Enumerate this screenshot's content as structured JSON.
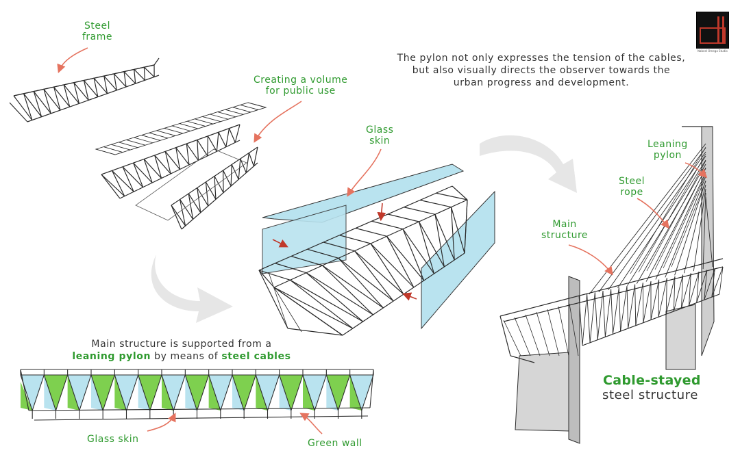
{
  "labels": {
    "steel_frame": [
      "Steel",
      "frame"
    ],
    "creating_volume": [
      "Creating a volume",
      "for public use"
    ],
    "glass_skin_top": [
      "Glass",
      "skin"
    ],
    "leaning_pylon": [
      "Leaning",
      "pylon"
    ],
    "steel_rope": [
      "Steel",
      "rope"
    ],
    "main_structure": [
      "Main",
      "structure"
    ],
    "glass_skin_bottom": "Glass skin",
    "green_wall": "Green wall"
  },
  "pylon_note": [
    "The pylon not only expresses the tension of the cables,",
    "but also visually directs the observer towards the",
    "urban progress and development."
  ],
  "support_note": {
    "line1": "Main structure is supported from a",
    "hl1": "leaning pylon",
    "mid": " by means of ",
    "hl2": "steel cables"
  },
  "caption": {
    "title": "Cable-stayed",
    "subtitle": "steel structure"
  },
  "logo": {
    "text": "Nabeel Omega Studio"
  },
  "colors": {
    "label_green": "#2f9a2f",
    "arrow_salmon": "#e5735f",
    "glass_blue": "#b9e3ef",
    "green_wall": "#7ed04f",
    "red_arrow": "#c0392b",
    "sketch_line": "#2a2a2a",
    "flow_arrow_grey": "#e3e3e3"
  }
}
